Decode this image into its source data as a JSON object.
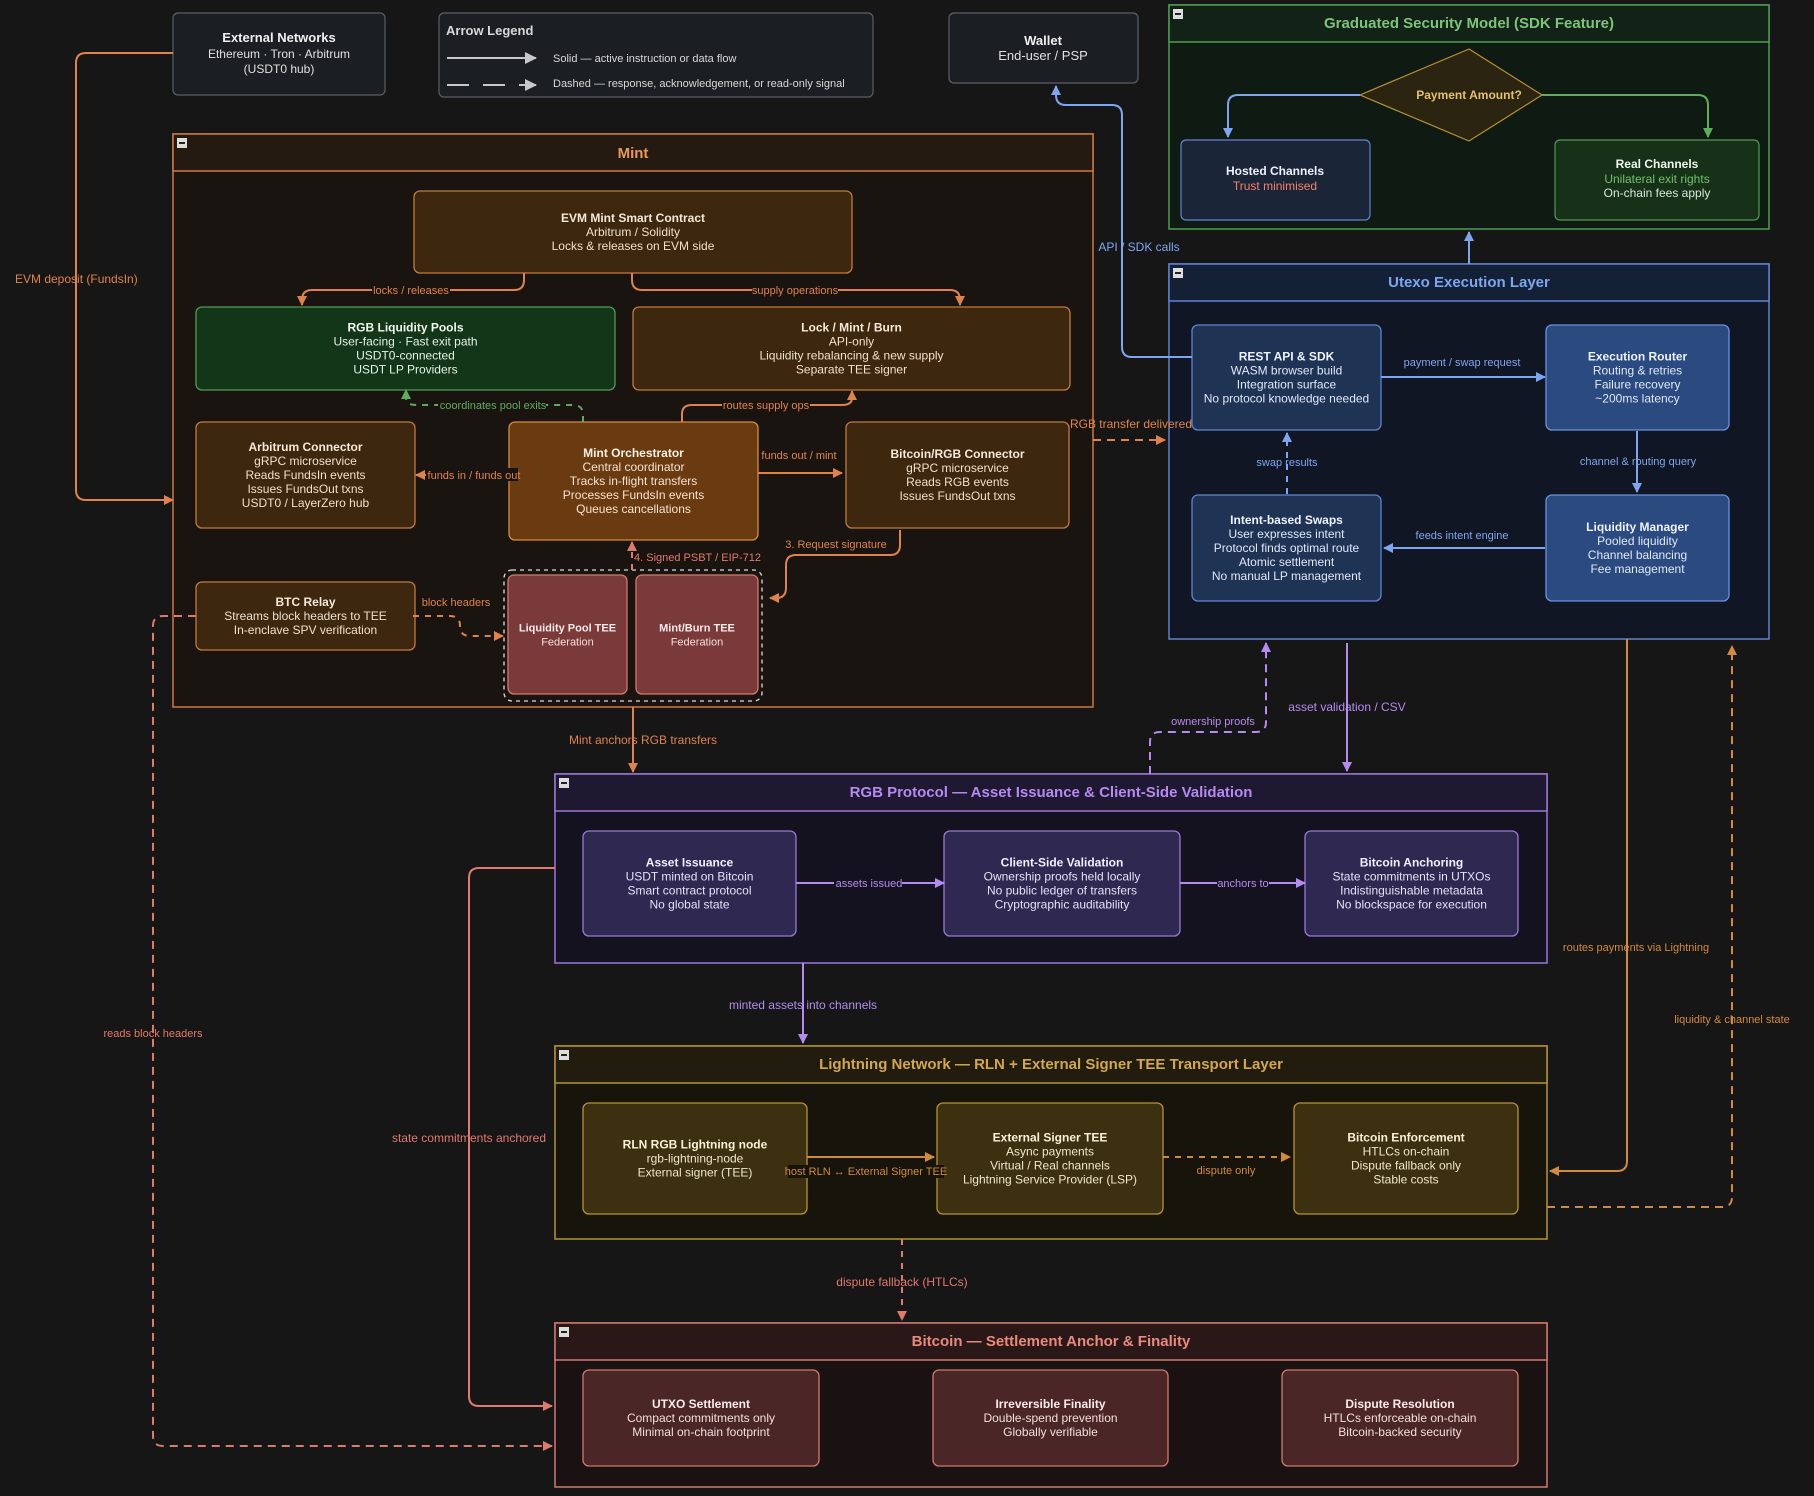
{
  "top": {
    "external": {
      "title": "External Networks",
      "lines": [
        "Ethereum · Tron · Arbitrum",
        "(USDT0 hub)"
      ]
    },
    "legend": {
      "title": "Arrow Legend",
      "solid": "Solid — active instruction or data flow",
      "dashed": "Dashed — response, acknowledgement, or read-only signal"
    },
    "wallet": {
      "title": "Wallet",
      "lines": [
        "End-user / PSP"
      ]
    }
  },
  "security": {
    "title": "Graduated Security Model (SDK Feature)",
    "decision": "Payment Amount?",
    "hosted": {
      "title": "Hosted Channels",
      "lines": [
        "Trust minimised"
      ]
    },
    "real": {
      "title": "Real Channels",
      "lines": [
        "Unilateral exit rights",
        "On-chain fees apply"
      ]
    }
  },
  "mint": {
    "title": "Mint",
    "evm": {
      "title": "EVM Mint Smart Contract",
      "lines": [
        "Arbitrum / Solidity",
        "Locks & releases on EVM side"
      ]
    },
    "pools": {
      "title": "RGB Liquidity Pools",
      "lines": [
        "User-facing · Fast exit path",
        "USDT0-connected",
        "USDT LP Providers"
      ]
    },
    "lmb": {
      "title": "Lock / Mint / Burn",
      "lines": [
        "API-only",
        "Liquidity rebalancing & new supply",
        "Separate TEE signer"
      ]
    },
    "arb": {
      "title": "Arbitrum Connector",
      "lines": [
        "gRPC microservice",
        "Reads FundsIn events",
        "Issues FundsOut txns",
        "USDT0 / LayerZero hub"
      ]
    },
    "orch": {
      "title": "Mint Orchestrator",
      "lines": [
        "Central coordinator",
        "Tracks in-flight transfers",
        "Processes FundsIn events",
        "Queues cancellations"
      ]
    },
    "btcrgb": {
      "title": "Bitcoin/RGB Connector",
      "lines": [
        "gRPC microservice",
        "Reads RGB events",
        "Issues FundsOut txns"
      ]
    },
    "relay": {
      "title": "BTC Relay",
      "lines": [
        "Streams block headers to TEE",
        "In-enclave SPV verification"
      ]
    },
    "lptee": {
      "title": "Liquidity Pool TEE",
      "lines": [
        "Federation"
      ]
    },
    "mbtee": {
      "title": "Mint/Burn TEE",
      "lines": [
        "Federation"
      ]
    }
  },
  "utexo": {
    "title": "Utexo Execution Layer",
    "api": {
      "title": "REST API & SDK",
      "lines": [
        "WASM browser build",
        "Integration surface",
        "No protocol knowledge needed"
      ]
    },
    "router": {
      "title": "Execution Router",
      "lines": [
        "Routing & retries",
        "Failure recovery",
        "~200ms latency"
      ]
    },
    "swaps": {
      "title": "Intent-based Swaps",
      "lines": [
        "User expresses intent",
        "Protocol finds optimal route",
        "Atomic settlement",
        "No manual LP management"
      ]
    },
    "liq": {
      "title": "Liquidity Manager",
      "lines": [
        "Pooled liquidity",
        "Channel balancing",
        "Fee management"
      ]
    }
  },
  "rgb": {
    "title": "RGB Protocol — Asset Issuance & Client-Side Validation",
    "issuance": {
      "title": "Asset Issuance",
      "lines": [
        "USDT minted on Bitcoin",
        "Smart contract protocol",
        "No global state"
      ]
    },
    "csv": {
      "title": "Client-Side Validation",
      "lines": [
        "Ownership proofs held locally",
        "No public ledger of transfers",
        "Cryptographic auditability"
      ]
    },
    "anchor": {
      "title": "Bitcoin Anchoring",
      "lines": [
        "State commitments in UTXOs",
        "Indistinguishable metadata",
        "No blockspace for execution"
      ]
    }
  },
  "ln": {
    "title": "Lightning Network — RLN + External Signer TEE Transport Layer",
    "rln": {
      "title": "RLN RGB Lightning node",
      "lines": [
        "rgb-lightning-node",
        "External signer (TEE)"
      ]
    },
    "signer": {
      "title": "External Signer TEE",
      "lines": [
        "Async payments",
        "Virtual / Real channels",
        "Lightning Service Provider (LSP)"
      ]
    },
    "enforce": {
      "title": "Bitcoin Enforcement",
      "lines": [
        "HTLCs on-chain",
        "Dispute fallback only",
        "Stable costs"
      ]
    }
  },
  "btc": {
    "title": "Bitcoin — Settlement Anchor & Finality",
    "utxo": {
      "title": "UTXO Settlement",
      "lines": [
        "Compact commitments only",
        "Minimal on-chain footprint"
      ]
    },
    "final": {
      "title": "Irreversible Finality",
      "lines": [
        "Double-spend prevention",
        "Globally verifiable"
      ]
    },
    "dispute": {
      "title": "Dispute Resolution",
      "lines": [
        "HTLCs enforceable on-chain",
        "Bitcoin-backed security"
      ]
    }
  },
  "edges": {
    "evm_deposit": "EVM deposit (FundsIn)",
    "locks": "locks / releases",
    "supply": "supply operations",
    "coord": "coordinates pool exits",
    "routes": "routes supply ops",
    "funds_inout": "funds in / funds out",
    "funds_outmint": "funds out / mint",
    "sign_req": "3. Request signature",
    "signed": "4. Signed PSBT / EIP-712",
    "block_headers": "block headers",
    "rgb_delivered": "RGB transfer delivered",
    "api_sdk": "API / SDK calls",
    "pay_swap": "payment / swap request",
    "chan_query": "channel & routing query",
    "feeds": "feeds intent engine",
    "swap_results": "swap results",
    "ownership": "ownership proofs",
    "asset_val": "asset validation / CSV",
    "mint_anchors": "Mint anchors RGB transfers",
    "assets_issued": "assets issued",
    "anchors_to": "anchors to",
    "minted_assets": "minted assets into channels",
    "routes_ln": "routes payments via Lightning",
    "liq_state": "liquidity & channel state",
    "reads_headers": "reads block headers",
    "state_commit": "state commitments anchored",
    "host_rln": "host RLN ↔ External Signer TEE",
    "dispute_only": "dispute only",
    "dispute_fallback": "dispute fallback (HTLCs)"
  },
  "colors": {
    "bg": "#161616",
    "orange": "#e0834a",
    "blue": "#7ea6f0",
    "purple": "#b68af0",
    "green": "#5cae5a",
    "red": "#e07a6c",
    "gold": "#c49a3a"
  }
}
